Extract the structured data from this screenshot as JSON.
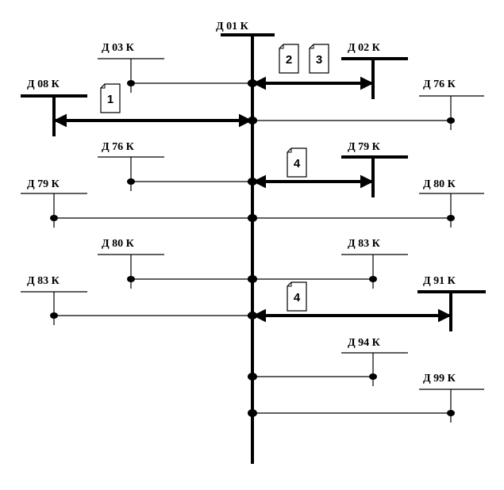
{
  "root": {
    "label": "Д 01 К"
  },
  "branches": [
    {
      "label": "Д 03 К",
      "side": "left",
      "kind": "plain"
    },
    {
      "label": "Д 02 К",
      "side": "right",
      "kind": "arrow",
      "tags": [
        "2",
        "3"
      ]
    },
    {
      "label": "Д 08 К",
      "side": "left",
      "kind": "arrow",
      "tags": [
        "1"
      ]
    },
    {
      "label": "Д 76 К",
      "side": "right",
      "kind": "plain"
    },
    {
      "label": "Д 76 К",
      "side": "left",
      "kind": "plain"
    },
    {
      "label": "Д 79 К",
      "side": "right",
      "kind": "arrow",
      "tags": [
        "4"
      ]
    },
    {
      "label": "Д 79 К",
      "side": "left",
      "kind": "plain"
    },
    {
      "label": "Д 80 К",
      "side": "right",
      "kind": "plain"
    },
    {
      "label": "Д 80 К",
      "side": "left",
      "kind": "plain"
    },
    {
      "label": "Д 83 К",
      "side": "right",
      "kind": "plain"
    },
    {
      "label": "Д 83 К",
      "side": "left",
      "kind": "plain"
    },
    {
      "label": "Д 91 К",
      "side": "right",
      "kind": "arrow",
      "tags": [
        "4"
      ]
    },
    {
      "label": "Д 94 К",
      "side": "right",
      "kind": "plain"
    },
    {
      "label": "Д 99 К",
      "side": "right",
      "kind": "plain"
    }
  ]
}
